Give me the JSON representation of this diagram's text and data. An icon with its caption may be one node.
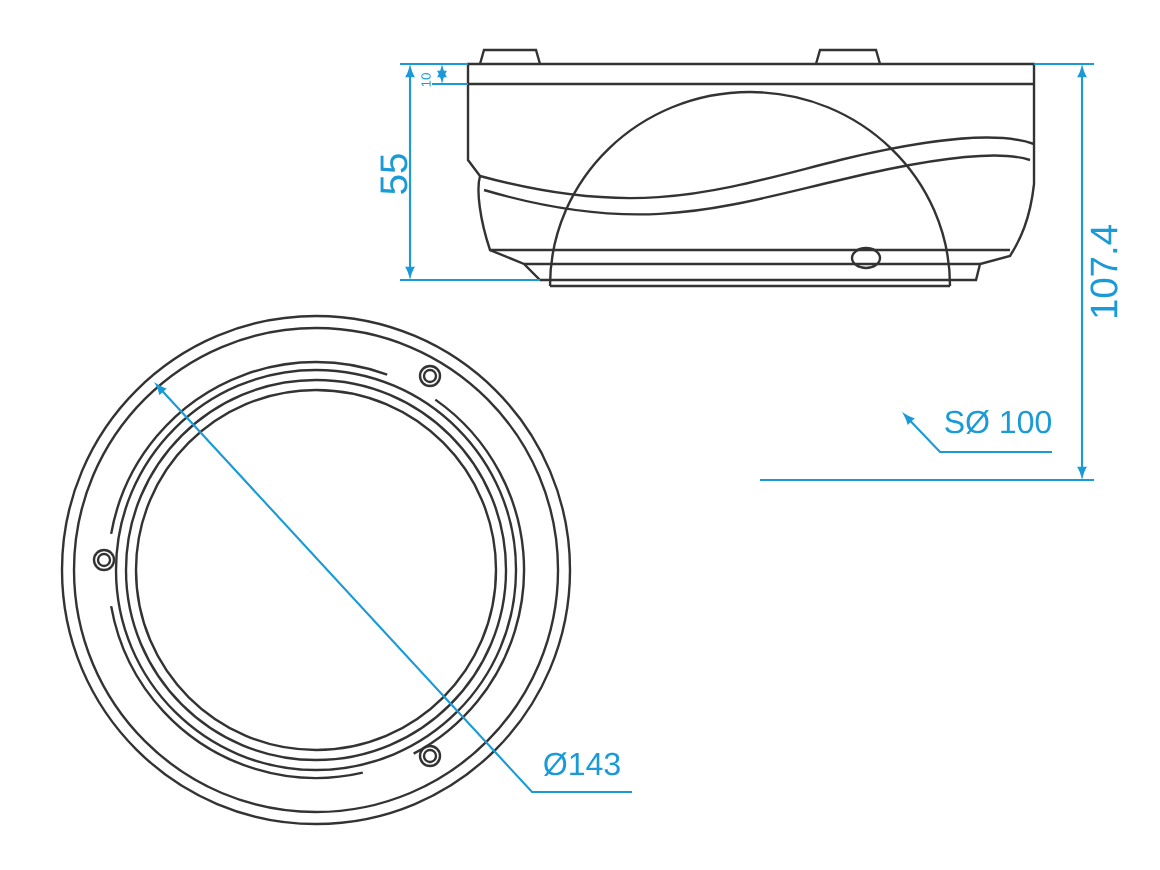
{
  "diagram": {
    "labels": [
      "10",
      "55",
      "107.4",
      "SØ 100",
      "Ø143"
    ]
  }
}
